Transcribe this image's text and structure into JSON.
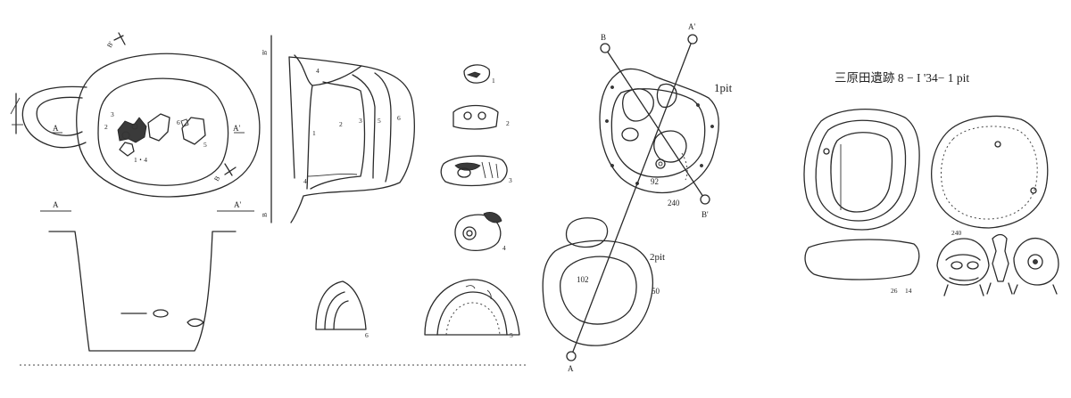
{
  "left_plate": {
    "section_labels": {
      "a": "A",
      "a_prime": "A'",
      "b": "B",
      "b_prime": "B'"
    },
    "find_numbers": [
      "1・4",
      "2",
      "3",
      "5",
      "6"
    ],
    "layer_numbers": [
      "4",
      "1",
      "2",
      "3",
      "5",
      "6",
      "4"
    ],
    "artifact_numbers": [
      "1",
      "2",
      "3",
      "4",
      "5",
      "6"
    ]
  },
  "middle_plate": {
    "pit1_label": "1pit",
    "pit2_label": "2pit",
    "point_labels": {
      "a": "A",
      "a_prime": "A'",
      "b": "B",
      "b_prime": "B'"
    },
    "depth_labels": [
      "92",
      "240",
      "102",
      "50"
    ]
  },
  "right_plate": {
    "title": "三原田遺跡 8 − I '34− 1 pit",
    "vessel_number": "240",
    "scale_notes": [
      "26",
      "14"
    ]
  }
}
